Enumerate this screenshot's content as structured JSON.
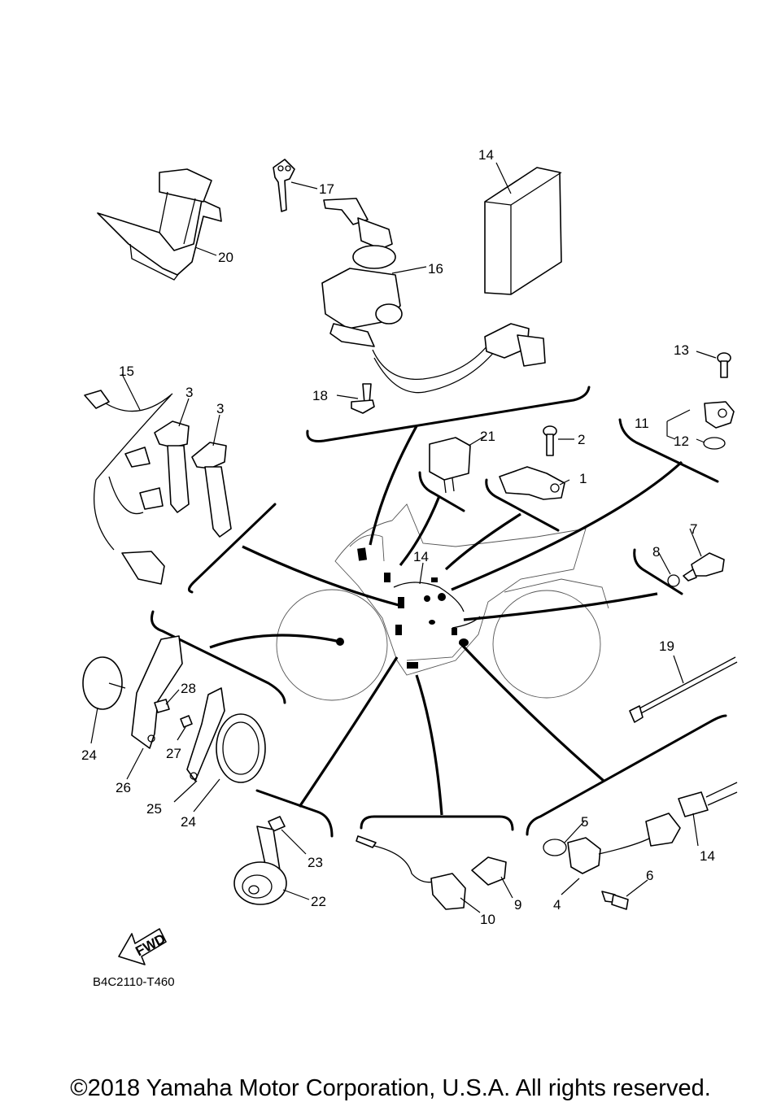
{
  "diagram": {
    "code": "B4C2110-T460",
    "fwd_label": "FWD",
    "copyright": "©2018 Yamaha Motor Corporation, U.S.A. All rights reserved.",
    "callouts": [
      "1",
      "2",
      "3",
      "3",
      "4",
      "5",
      "6",
      "7",
      "8",
      "9",
      "10",
      "11",
      "12",
      "13",
      "14",
      "14",
      "14",
      "15",
      "16",
      "17",
      "18",
      "19",
      "20",
      "21",
      "22",
      "23",
      "24",
      "24",
      "25",
      "26",
      "27",
      "28"
    ]
  }
}
